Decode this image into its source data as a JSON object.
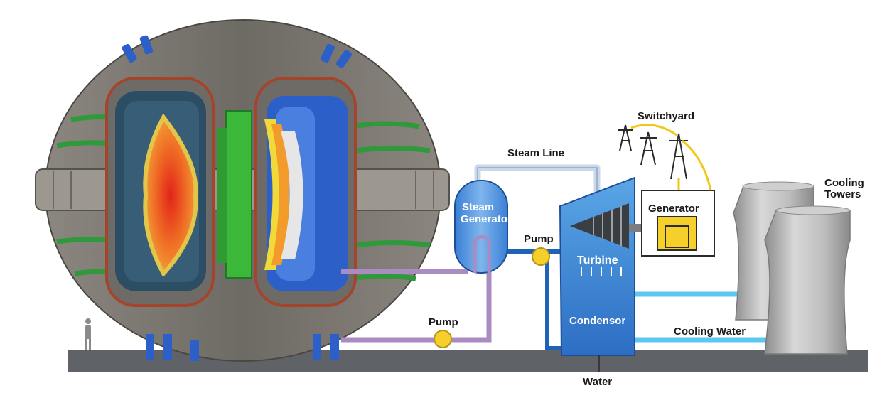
{
  "diagram": {
    "labels": {
      "switchyard": "Switchyard",
      "steam_line": "Steam Line",
      "generator": "Generator",
      "cooling_towers_line1": "Cooling",
      "cooling_towers_line2": "Towers",
      "steam_generator_line1": "Steam",
      "steam_generator_line2": "Generator",
      "pump_upper": "Pump",
      "pump_lower": "Pump",
      "turbine": "Turbine",
      "condensor": "Condensor",
      "cooling_water": "Cooling Water",
      "water": "Water"
    },
    "colors": {
      "steam_line": "#c9d8ea",
      "hot_loop": "#a98cc2",
      "water_loop": "#1e63b8",
      "cooling_loop": "#5cc8ef",
      "pump": "#f5cf2a",
      "ground": "#5f6266",
      "tokamak_shell": "#7a7670",
      "plasma": "#e63b1f",
      "magnet_blue": "#2f5fd0",
      "magnet_green": "#3bb83a",
      "tower": "#b9b9b9"
    }
  }
}
